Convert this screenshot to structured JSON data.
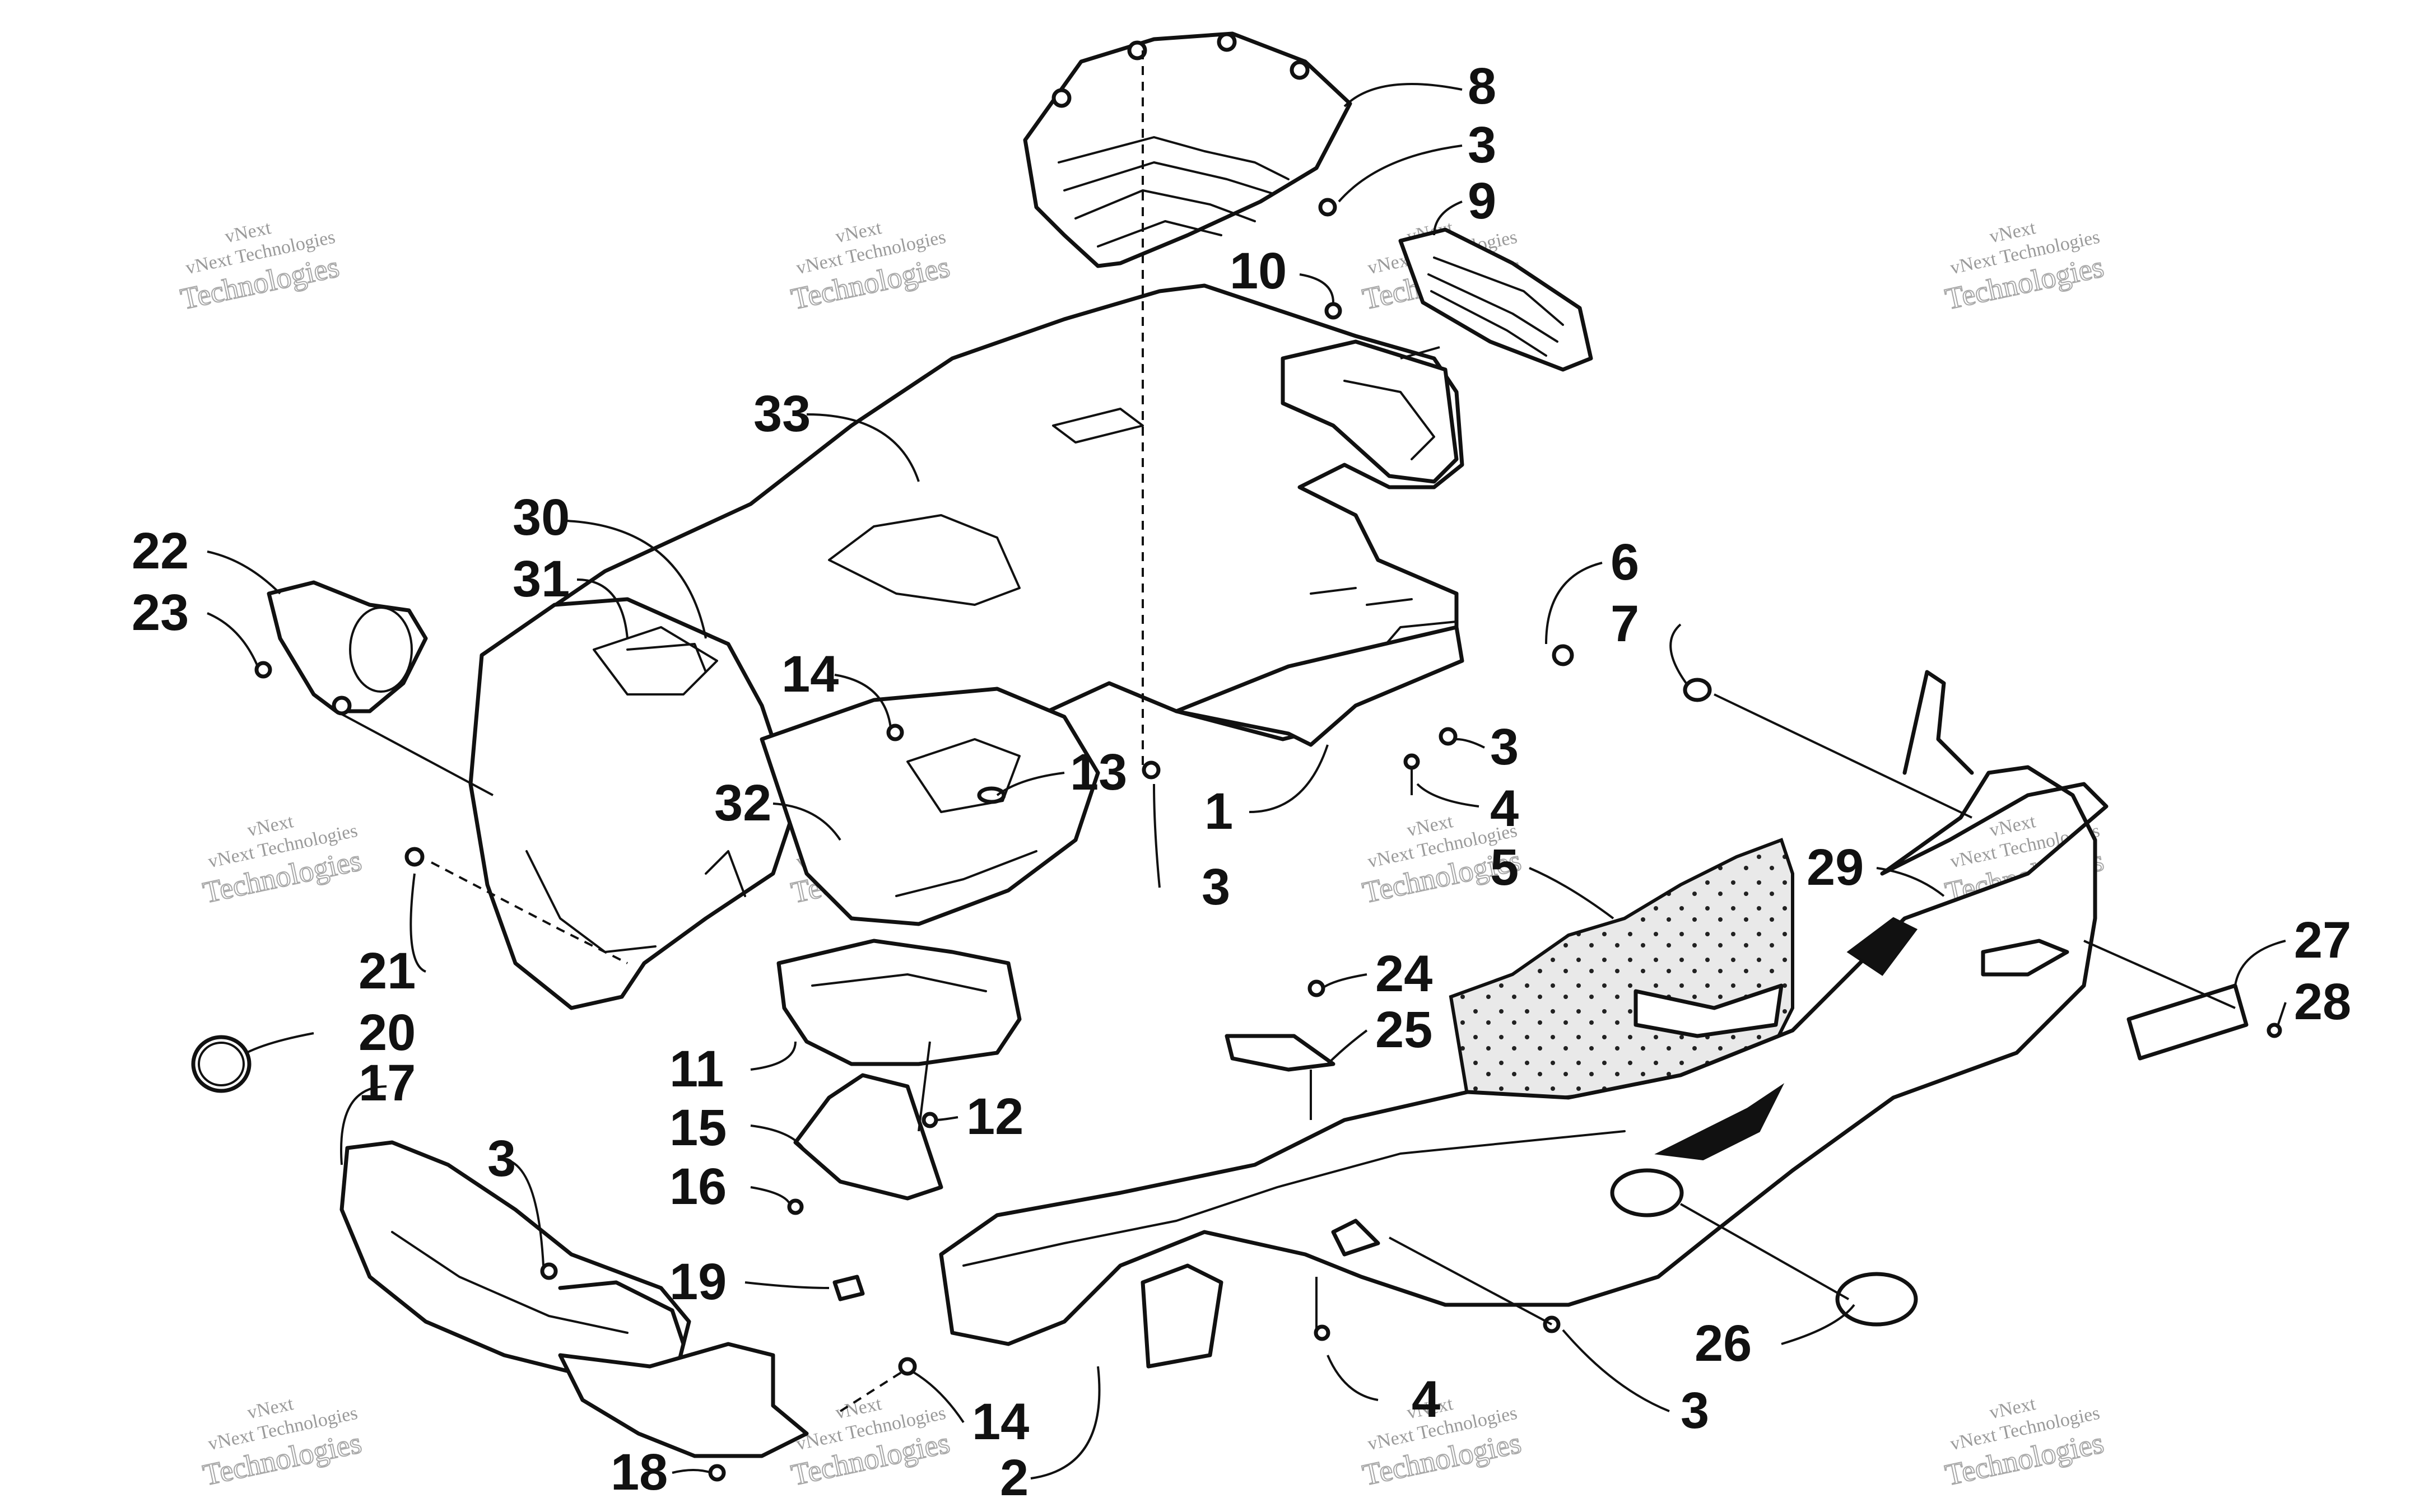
{
  "watermark": {
    "line1": "vNext",
    "line2": "vNext Technologies",
    "line3": "Technologies"
  },
  "callouts": {
    "c1": "1",
    "c2": "2",
    "c3a": "3",
    "c3b": "3",
    "c3c": "3",
    "c3d": "3",
    "c3e": "3",
    "c4a": "4",
    "c4b": "4",
    "c5": "5",
    "c6": "6",
    "c7": "7",
    "c8": "8",
    "c9": "9",
    "c10": "10",
    "c11": "11",
    "c12": "12",
    "c13": "13",
    "c14a": "14",
    "c14b": "14",
    "c15": "15",
    "c16": "16",
    "c17": "17",
    "c18": "18",
    "c19": "19",
    "c20": "20",
    "c21": "21",
    "c22": "22",
    "c23": "23",
    "c24": "24",
    "c25": "25",
    "c26": "26",
    "c27": "27",
    "c28": "28",
    "c29": "29",
    "c30": "30",
    "c31": "31",
    "c32": "32",
    "c33": "33"
  }
}
